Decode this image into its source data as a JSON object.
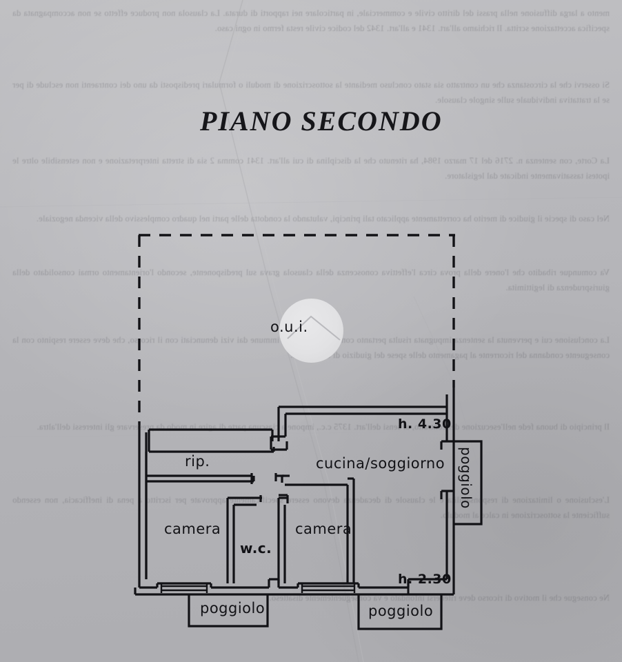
{
  "document": {
    "type": "floor-plan",
    "title": "PIANO SECONDO",
    "language": "it",
    "media": "photocopy-scan",
    "colors": {
      "paper": "#b6b6ba",
      "ink": "#121216",
      "blob": "#e2e2e4"
    }
  },
  "plan": {
    "outline_label": "o.u.i.",
    "rooms": [
      {
        "id": "rip",
        "label": "rip."
      },
      {
        "id": "camera-1",
        "label": "camera"
      },
      {
        "id": "wc",
        "label": "w.c."
      },
      {
        "id": "camera-2",
        "label": "camera"
      },
      {
        "id": "cucina",
        "label": "cucina/soggiorno"
      }
    ],
    "balconies": [
      {
        "id": "poggiolo-right",
        "label": "poggiolo",
        "orientation": "vertical"
      },
      {
        "id": "poggiolo-bottom-left",
        "label": "poggiolo",
        "orientation": "horizontal"
      },
      {
        "id": "poggiolo-bottom-right",
        "label": "poggiolo",
        "orientation": "horizontal"
      }
    ],
    "heights": [
      {
        "id": "h-upper",
        "label": "h. 4.30"
      },
      {
        "id": "h-lower",
        "label": "h. 2.30"
      }
    ]
  },
  "bleed_through": {
    "note": "faint mirrored text showing through from the reverse side of the sheet",
    "blocks": [
      "mento a larga diffusione nella prassi del diritto civile e commerciale, in particolare nei rapporti di durata. La clausola non produce effetto se non accompagnata da specifica accettazione scritta. Il richiamo all'art. 1341 e all'art. 1342 del codice civile resta fermo in ogni caso.",
      "Si osservi che la circostanza che un contratto sia stato concluso mediante la sottoscrizione di moduli o formulari predisposti da uno dei contraenti non esclude di per se la trattativa individuale sulle singole clausole.",
      "La Corte, con sentenza n. 2716 del 17 marzo 1984, ha ritenuto che la disciplina di cui all'art. 1341 comma 2 sia di stretta interpretazione e non estensibile oltre le ipotesi tassativamente indicate dal legislatore.",
      "Nel caso di specie il giudice di merito ha correttamente applicato tali principi, valutando la condotta delle parti nel quadro complessivo della vicenda negoziale.",
      "Va comunque ribadito che l'onere della prova circa l'effettiva conoscenza della clausola grava sul predisponente, secondo l'orientamento ormai consolidato della giurisprudenza di legittimita.",
      "La conclusione cui e pervenuta la sentenza impugnata risulta pertanto conforme a diritto e immune dai vizi denunciati con il ricorso, che deve essere respinto con la conseguente condanna del ricorrente al pagamento delle spese del giudizio di cassazione.",
      "Il principio di buona fede nell'esecuzione del contratto, ai sensi dell'art. 1375 c.c., impone a ciascuna parte di agire in modo da preservare gli interessi dell'altra.",
      "L'esclusione o limitazione di responsabilita e le clausole di decadenza devono essere specificamente approvate per iscritto a pena di inefficacia, non essendo sufficiente la sottoscrizione in calce al modulo.",
      "Ne consegue che il motivo di ricorso deve ritenersi infondato e va conseguentemente disatteso."
    ]
  }
}
